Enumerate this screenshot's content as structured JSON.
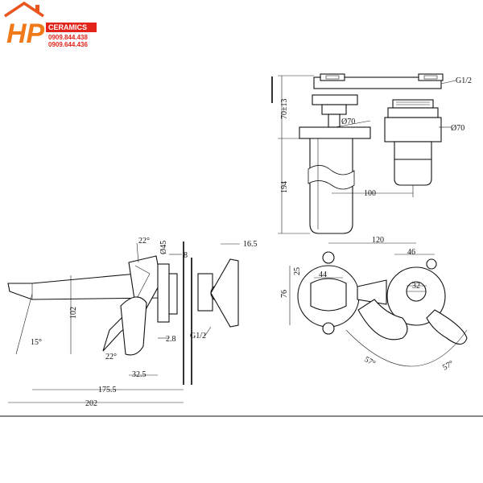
{
  "logo": {
    "letters": "HP",
    "brand": "CERAMICS",
    "phone1": "0909.844.438",
    "phone2": "0909.644.436",
    "colors": {
      "orange": "#f07a1a",
      "red": "#e2241b",
      "house": "#e9551d"
    }
  },
  "top_view": {
    "dim_height_top": "70±13",
    "dim_body": "194",
    "dim_flange_left": "Ø70",
    "dim_flange_right": "Ø70",
    "dim_spacing": "100",
    "thread": "G1/2"
  },
  "side_view": {
    "angle_top": "22°",
    "dim_flange": "Ø45",
    "dim_8": "8",
    "dim_16_5": "16.5",
    "dim_102": "102",
    "dim_2_8": "2.8",
    "angle_bottom": "22°",
    "angle_spout": "15°",
    "dim_32_5": "32.5",
    "dim_175_5": "175.5",
    "dim_202": "202",
    "thread": "G1/2"
  },
  "plan_view": {
    "dim_120": "120",
    "dim_46": "46",
    "dim_25": "25",
    "dim_44": "44",
    "dim_76": "76",
    "dim_32": "32",
    "angle_left": "57°",
    "angle_right": "57°"
  }
}
